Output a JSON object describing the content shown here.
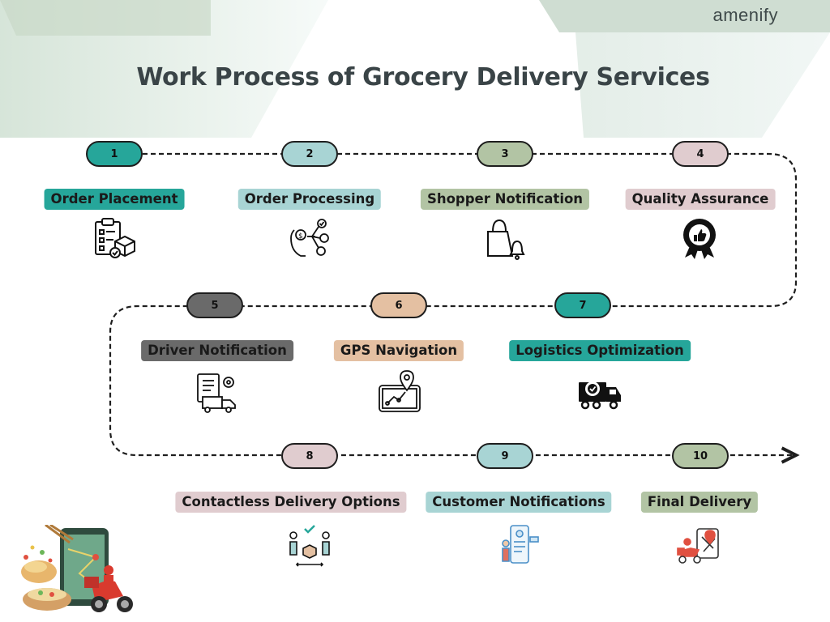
{
  "brand": "amenify",
  "title": "Work Process of Grocery Delivery Services",
  "colors": {
    "teal": "#26a69a",
    "light_teal": "#a8d4d4",
    "sage": "#b2c4a4",
    "pink": "#e0cccf",
    "dark_gray": "#6a6a6a",
    "peach": "#e4c0a2"
  },
  "steps": [
    {
      "number": "1",
      "label": "Order Placement",
      "icon": "clipboard-box-icon"
    },
    {
      "number": "2",
      "label": "Order Processing",
      "icon": "hand-money-icon"
    },
    {
      "number": "3",
      "label": "Shopper Notification",
      "icon": "bag-bell-icon"
    },
    {
      "number": "4",
      "label": "Quality Assurance",
      "icon": "badge-thumbs-up-icon"
    },
    {
      "number": "5",
      "label": "Driver Notification",
      "icon": "checklist-truck-icon"
    },
    {
      "number": "6",
      "label": "GPS Navigation",
      "icon": "tablet-map-pin-icon"
    },
    {
      "number": "7",
      "label": "Logistics Optimization",
      "icon": "truck-gear-icon"
    },
    {
      "number": "8",
      "label": "Contactless Delivery Options",
      "icon": "people-package-icon"
    },
    {
      "number": "9",
      "label": "Customer Notifications",
      "icon": "phone-notification-icon"
    },
    {
      "number": "10",
      "label": "Final Delivery",
      "icon": "scooter-map-icon"
    }
  ]
}
